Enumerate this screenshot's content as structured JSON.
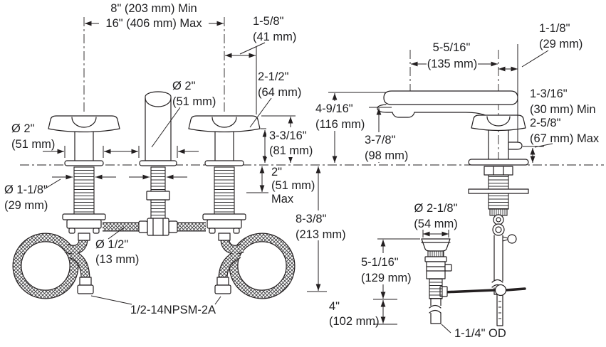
{
  "drawing_title": "faucet-installation-dimensions",
  "ink_color": "#231f20",
  "background_color": "#ffffff",
  "left": {
    "spread_min": "8\" (203 mm) Min",
    "spread_max": "16\" (406 mm) Max",
    "handle_edge": [
      "1-5/8\"",
      "(41 mm)"
    ],
    "handle_clearance": [
      "2-1/2\"",
      "(64 mm)"
    ],
    "spout_dia": [
      "Ø 2\"",
      "(51 mm)"
    ],
    "handle_dia": [
      "Ø 2\"",
      "(51 mm)"
    ],
    "handle_height": [
      "3-3/16\"",
      "(81 mm)"
    ],
    "shank_dia": [
      "Ø 1-1/8\"",
      "(29 mm)"
    ],
    "deck_thickness": [
      "2\"",
      "(51 mm)",
      "Max"
    ],
    "supply_length": [
      "8-3/8\"",
      "(213 mm)"
    ],
    "hose_dia": [
      "Ø 1/2\"",
      "(13 mm)"
    ],
    "thread_spec": "1/2-14NPSM-2A"
  },
  "right": {
    "spout_reach": [
      "5-5/16\"",
      "(135 mm)"
    ],
    "handle_reach": [
      "1-1/8\"",
      "(29 mm)"
    ],
    "deck_range": [
      "1-3/16\"",
      "(30 mm) Min",
      "2-5/8\"",
      "(67 mm) Max"
    ],
    "spout_height": [
      "4-9/16\"",
      "(116 mm)"
    ],
    "outlet_height": [
      "3-7/8\"",
      "(98 mm)"
    ],
    "drain_dia": [
      "Ø 2-1/8\"",
      "(54 mm)"
    ],
    "drain_upper": [
      "5-1/16\"",
      "(129 mm)"
    ],
    "drain_lower": [
      "4\"",
      "(102 mm)"
    ],
    "tailpiece_od": "1-1/4\" OD"
  }
}
